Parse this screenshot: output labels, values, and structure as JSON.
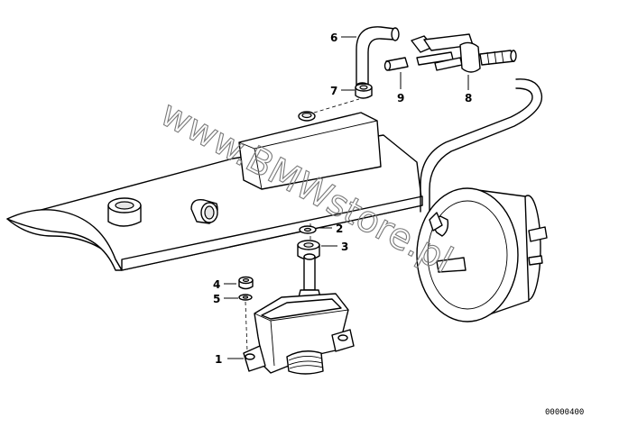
{
  "callouts": [
    {
      "id": "1",
      "label": "1"
    },
    {
      "id": "2",
      "label": "2"
    },
    {
      "id": "3",
      "label": "3"
    },
    {
      "id": "4",
      "label": "4"
    },
    {
      "id": "5",
      "label": "5"
    },
    {
      "id": "6",
      "label": "6"
    },
    {
      "id": "7",
      "label": "7"
    },
    {
      "id": "8",
      "label": "8"
    },
    {
      "id": "9",
      "label": "9"
    }
  ],
  "watermark": "www.BMWstore.pl",
  "reference_number": "00000400",
  "colors": {
    "ink": "#000000",
    "watermark": "#7a7a7a",
    "background": "#ffffff"
  }
}
